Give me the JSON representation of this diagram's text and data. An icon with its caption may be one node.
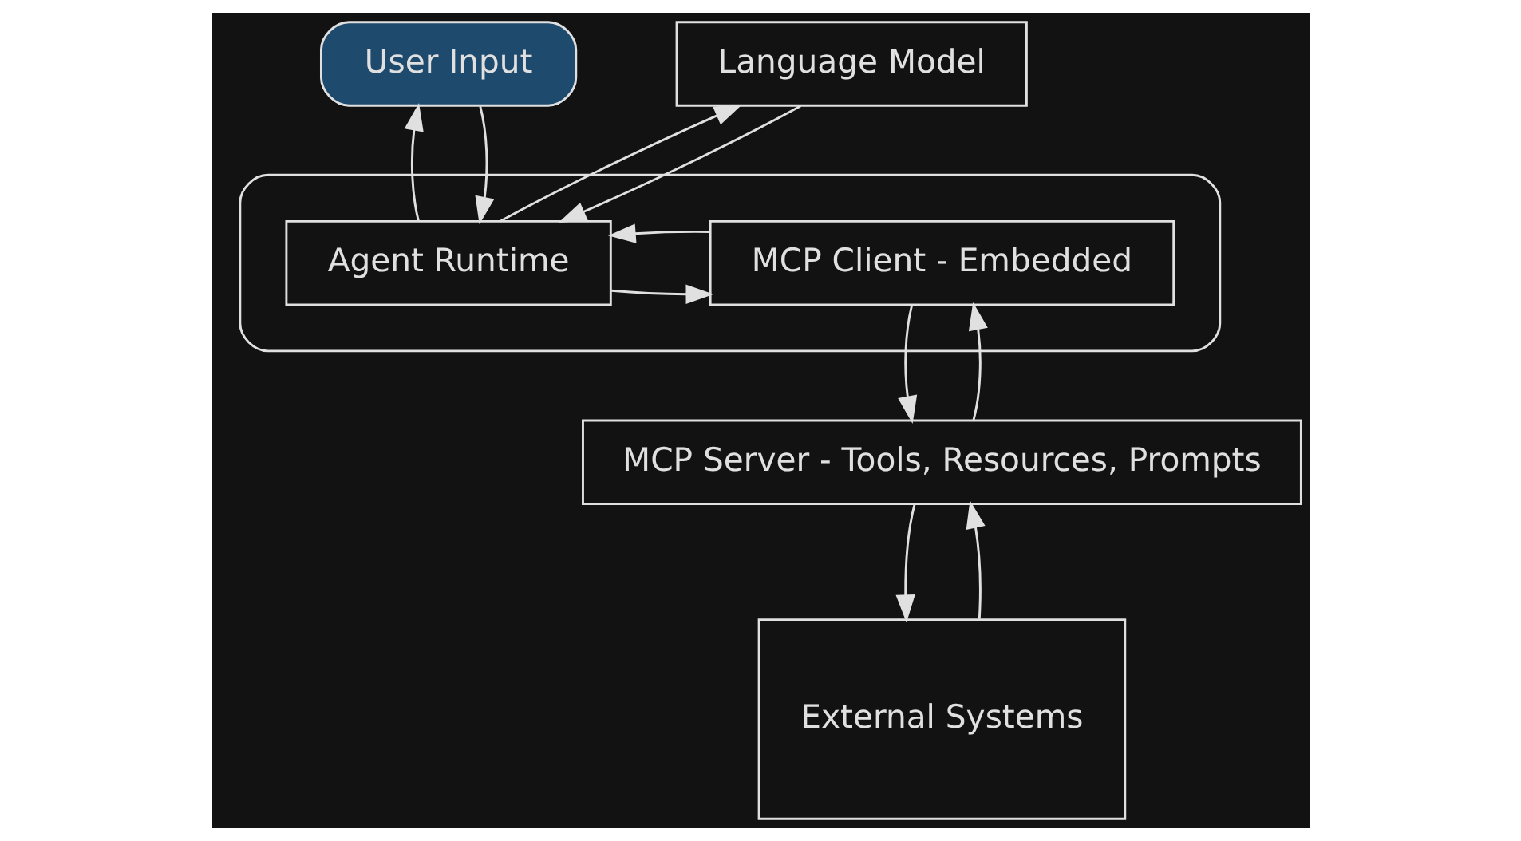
{
  "diagram": {
    "nodes": [
      {
        "text": [
          "User Input"
        ]
      },
      {
        "text": [],
        "shape": "box"
      },
      {
        "text": [
          "MCP Client - Embedded"
        ],
        "in": 1
      },
      {
        "text": [
          "Agent Runtime"
        ],
        "in": 1
      },
      {
        "text": [
          "Language Model"
        ]
      },
      {
        "text": [
          "MCP Server - Tools, Resources, Prompts"
        ]
      },
      {
        "text": [
          "External Systems"
        ]
      }
    ],
    "edges": [
      {
        "from": 0,
        "to": 3,
        "arrow": "to"
      },
      {
        "from": 3,
        "to": 0,
        "arrow": "to"
      },
      {
        "from": 3,
        "to": 2,
        "arrow": "to"
      },
      {
        "from": 2,
        "to": 3,
        "arrow": "to"
      },
      {
        "from": 3,
        "to": 4,
        "arrow": "to"
      },
      {
        "from": 4,
        "to": 3,
        "arrow": "to"
      },
      {
        "from": 2,
        "to": 5,
        "arrow": "to"
      },
      {
        "from": 5,
        "to": 2,
        "arrow": "to"
      },
      {
        "from": 5,
        "to": 6,
        "arrow": "to"
      },
      {
        "from": 6,
        "to": 5,
        "arrow": "to"
      }
    ]
  }
}
